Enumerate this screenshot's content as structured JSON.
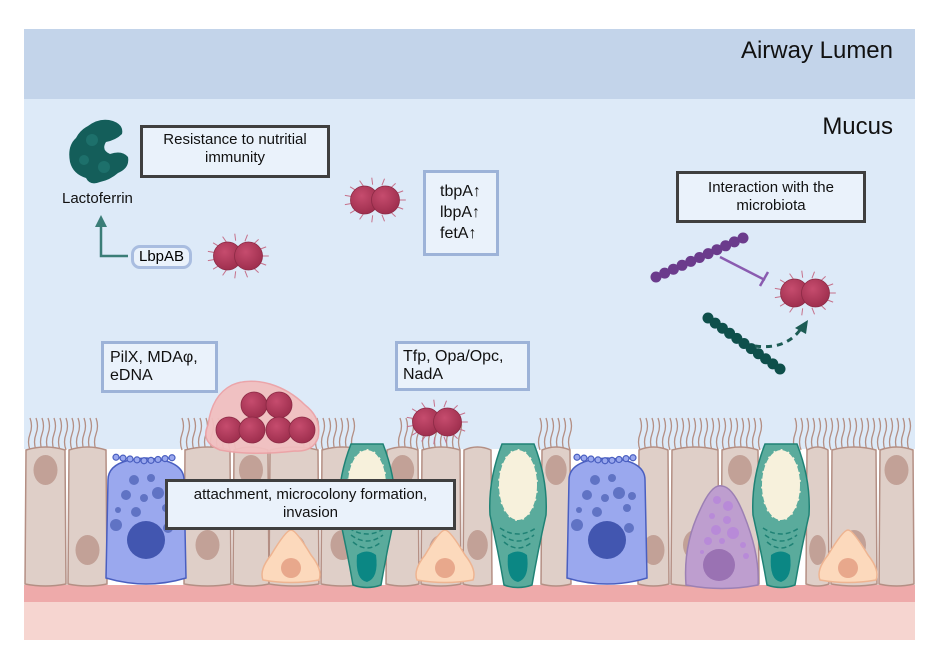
{
  "zones": {
    "lumen": "Airway Lumen",
    "mucus": "Mucus"
  },
  "labels": {
    "lactoferrin": "Lactoferrin",
    "lbpab": "LbpAB",
    "nutritional_immunity": "Resistance to nutritial immunity",
    "genes": [
      "tbpA↑",
      "lbpA↑",
      "fetA↑"
    ],
    "microbiota": "Interaction with the microbiota",
    "pilx": [
      "PilX, MDAφ,",
      "eDNA"
    ],
    "tfp": [
      "Tfp, Opa/Opc,",
      "NadA"
    ],
    "attachment": [
      "attachment, microcolony formation,",
      "invasion"
    ]
  },
  "colors": {
    "lumen": "#c3d4ea",
    "mucus": "#ddeaf8",
    "bacteria": "#b03a5c",
    "lactoferrin": "#145e5a",
    "microbe_purple": "#6b3b8c",
    "microbe_teal": "#0e4f4b",
    "epithelial_cell": "#dfcfc8",
    "goblet_cell": "#5aab9c",
    "basal_cell": "#fcd9bc",
    "brush_cell": "#9aa8ee",
    "neuroendocrine_cell": "#be9ecf",
    "basement_membrane": "#eeaaaa",
    "submucosa": "#f6d5d0"
  }
}
